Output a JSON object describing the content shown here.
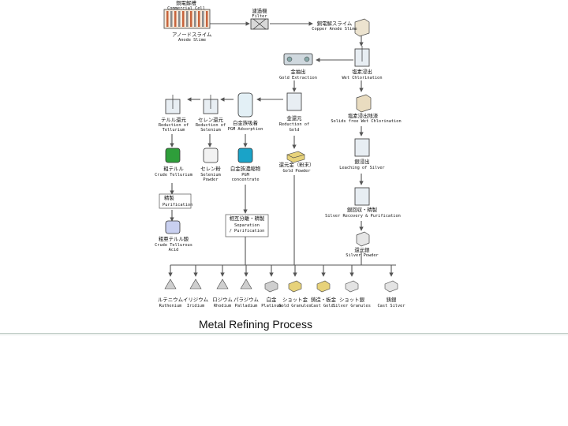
{
  "caption": "Metal Refining Process",
  "diagram": {
    "nodes": {
      "commercial_cell": {
        "jp": "銅電解槽",
        "en": "Commercial Cell"
      },
      "filter": {
        "jp": "濾過機",
        "en": "Filter"
      },
      "copper_anode_slime": {
        "jp": "銅電解スライム",
        "en": "Copper Anode Slime"
      },
      "anode_slime": {
        "jp": "アノードスライム",
        "en": "Anode Slime"
      },
      "gold_extraction": {
        "jp": "金抽出",
        "en": "Gold Extraction"
      },
      "wet_chlorination": {
        "jp": "塩素浸出",
        "en": "Wet Chlorination"
      },
      "reduction_tellurium": {
        "jp": "テルル還元",
        "en1": "Reduction of",
        "en2": "Tellurium"
      },
      "reduction_selenium": {
        "jp": "セレン還元",
        "en1": "Reduction of",
        "en2": "Selenium"
      },
      "pgm_adsorption": {
        "jp": "白金族吸着",
        "en": "PGM Adsorption"
      },
      "reduction_gold": {
        "jp": "金還元",
        "en1": "Reduction of",
        "en2": "Gold"
      },
      "solids_free": {
        "jp": "塩素浸出残渣",
        "en": "Solids free Wet Chlorination"
      },
      "crude_tellurium": {
        "jp": "粗テルル",
        "en": "Crude Tellurium"
      },
      "selenium_powder": {
        "jp": "セレン粉",
        "en1": "Selenium",
        "en2": "Powder"
      },
      "pgm_concentrate": {
        "jp": "白金族濃縮物",
        "en1": "PGM",
        "en2": "concentrate"
      },
      "gold_powder": {
        "jp": "還元金（粉末）",
        "en": "Gold Powder"
      },
      "leaching_silver": {
        "jp": "銀浸出",
        "en": "Leaching of Silver"
      },
      "purification": {
        "jp": "精製",
        "en": "Purification"
      },
      "separation": {
        "jp": "相互分離・精製",
        "en1": "Separation",
        "en2": "/ Purification"
      },
      "silver_recovery": {
        "jp": "銀回収・精製",
        "en": "Silver Recovery & Purification"
      },
      "crude_tellurous": {
        "jp": "粗亜テルル酸",
        "en1": "Crude Tellurous",
        "en2": "Acid"
      },
      "silver_powder": {
        "jp": "還元銀",
        "en": "Silver Powder"
      }
    },
    "products": [
      {
        "jp": "ルテニウム",
        "en": "Ruthenium"
      },
      {
        "jp": "イリジウム",
        "en": "Iridium"
      },
      {
        "jp": "ロジウム",
        "en": "Rhodium"
      },
      {
        "jp": "パラジウム",
        "en": "Palladium"
      },
      {
        "jp": "白金",
        "en": "Platinum"
      },
      {
        "jp": "ショット金",
        "en": "Gold Granules"
      },
      {
        "jp": "鋳造・板金",
        "en": "Cast Gold."
      },
      {
        "jp": "ショット銀",
        "en": "Silver Granules"
      },
      {
        "jp": "鋳銀",
        "en": "Cast Silver"
      }
    ],
    "colors": {
      "tellurium": "#2e9e3a",
      "selenium": "#f2f2f2",
      "pgm": "#1aa3c8",
      "gold": "#e7d27a",
      "slime": "#e9dcc0",
      "copper": "#c8643c"
    }
  }
}
